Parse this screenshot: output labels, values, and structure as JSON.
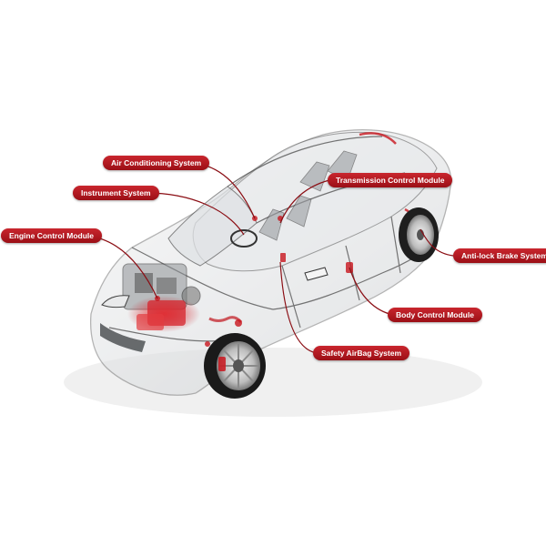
{
  "colors": {
    "accent": "#b3131b",
    "leader": "#8b0e14",
    "label_text": "#ffffff"
  },
  "labels": {
    "air_conditioning": "Air Conditioning System",
    "instrument": "Instrument System",
    "engine_control": "Engine Control Module",
    "transmission_control": "Transmission Control Module",
    "anti_lock_brake": "Anti-lock Brake System",
    "body_control": "Body Control Module",
    "safety_airbag": "Safety AirBag System"
  }
}
